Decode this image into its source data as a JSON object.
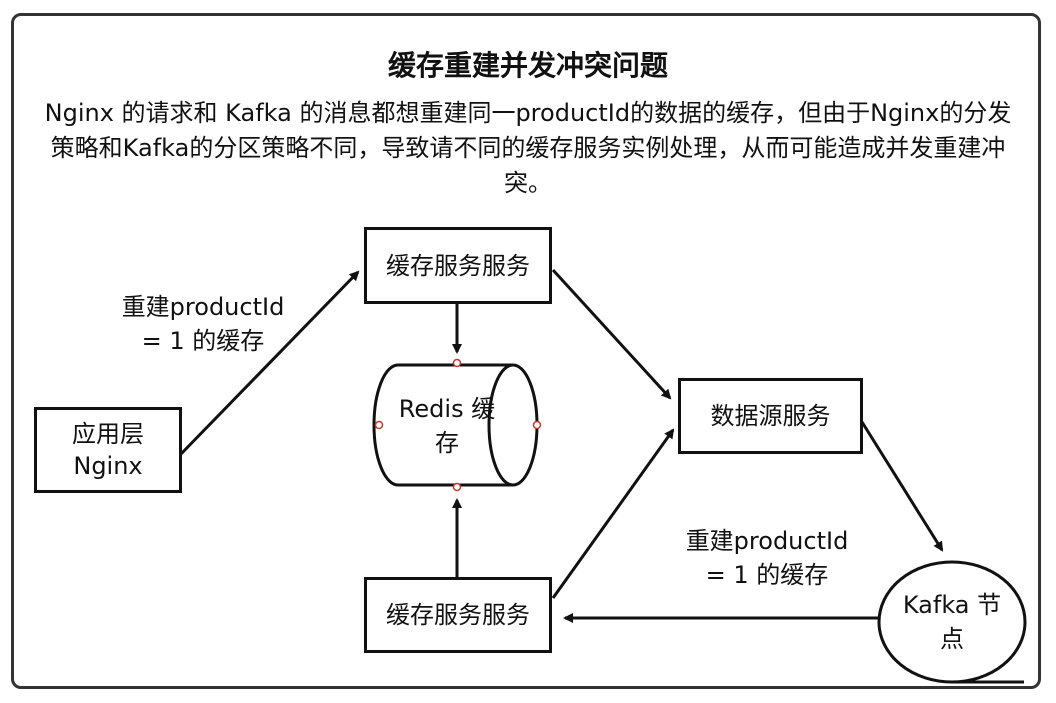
{
  "title": "缓存重建并发冲突问题",
  "description": "Nginx 的请求和 Kafka 的消息都想重建同一productId的数据的缓存，但由于Nginx的分发策略和Kafka的分区策略不同，导致请不同的缓存服务实例处理，从而可能造成并发重建冲突。",
  "nodes": {
    "app_layer": "应用层 Nginx",
    "cache_service_top": "缓存服务服务",
    "cache_service_bottom": "缓存服务服务",
    "redis": "Redis 缓存",
    "data_source": "数据源服务",
    "kafka": "Kafka 节点"
  },
  "edge_labels": {
    "nginx_rebuild": "重建productId = 1 的缓存",
    "kafka_rebuild": "重建productId = 1 的缓存"
  }
}
